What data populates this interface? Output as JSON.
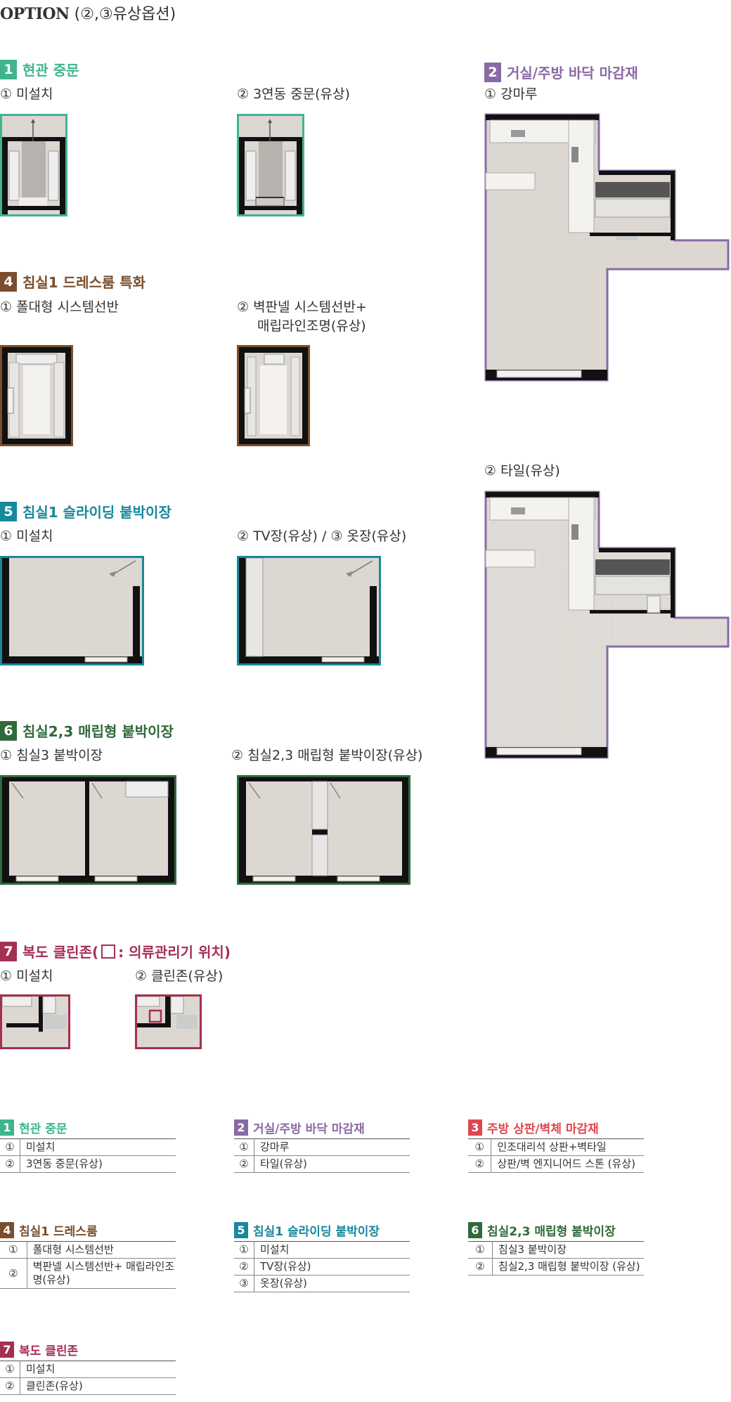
{
  "page_title": {
    "main": "OPTION",
    "sub": "(②,③유상옵션)"
  },
  "colors": {
    "c1": "#3fb58f",
    "c2": "#8a6aa5",
    "c3": "#e0464f",
    "c4": "#7a4e2d",
    "c5": "#18899b",
    "c6": "#2f6a3a",
    "c7": "#a52f52"
  },
  "s1": {
    "num": "1",
    "title": "현관 중문",
    "opt1": "① 미설치",
    "opt2": "② 3연동 중문(유상)"
  },
  "s2": {
    "num": "2",
    "title": "거실/주방 바닥 마감재",
    "opt1": "① 강마루",
    "opt2": "② 타일(유상)"
  },
  "s4": {
    "num": "4",
    "title": "침실1 드레스룸 특화",
    "opt1": "① 폴대형 시스템선반",
    "opt2a": "② 벽판넬 시스템선반+",
    "opt2b": "매립라인조명(유상)"
  },
  "s5": {
    "num": "5",
    "title": "침실1 슬라이딩 붙박이장",
    "opt1": "① 미설치",
    "opt2": "② TV장(유상) / ③ 옷장(유상)"
  },
  "s6": {
    "num": "6",
    "title": "침실2,3 매립형 붙박이장",
    "opt1": "① 침실3 붙박이장",
    "opt2": "② 침실2,3 매립형 붙박이장(유상)"
  },
  "s7": {
    "num": "7",
    "title_a": "복도 클린존(",
    "title_b": ": 의류관리기 위치)",
    "opt1": "① 미설치",
    "opt2": "② 클린존(유상)"
  },
  "summary": [
    {
      "num": "1",
      "title": "현관 중문",
      "color": "#3fb58f",
      "rows": [
        [
          "①",
          "미설치"
        ],
        [
          "②",
          "3연동 중문(유상)"
        ]
      ]
    },
    {
      "num": "2",
      "title": "거실/주방 바닥 마감재",
      "color": "#8a6aa5",
      "rows": [
        [
          "①",
          "강마루"
        ],
        [
          "②",
          "타일(유상)"
        ]
      ]
    },
    {
      "num": "3",
      "title": "주방 상판/벽체 마감재",
      "color": "#e0464f",
      "rows": [
        [
          "①",
          "인조대리석 상판+벽타일"
        ],
        [
          "②",
          "상판/벽 엔지니어드 스톤 (유상)"
        ]
      ]
    },
    {
      "num": "4",
      "title": "침실1 드레스룸",
      "color": "#7a4e2d",
      "rows": [
        [
          "①",
          "폴대형 시스템선반"
        ],
        [
          "②",
          "벽판넬 시스템선반+ 매립라인조명(유상)"
        ]
      ]
    },
    {
      "num": "5",
      "title": "침실1 슬라이딩 붙박이장",
      "color": "#18899b",
      "rows": [
        [
          "①",
          "미설치"
        ],
        [
          "②",
          "TV장(유상)"
        ],
        [
          "③",
          "옷장(유상)"
        ]
      ]
    },
    {
      "num": "6",
      "title": "침실2,3 매립형 붙박이장",
      "color": "#2f6a3a",
      "rows": [
        [
          "①",
          "침실3 붙박이장"
        ],
        [
          "②",
          "침실2,3 매립형 붙박이장 (유상)"
        ]
      ]
    },
    {
      "num": "7",
      "title": "복도 클린존",
      "color": "#a52f52",
      "rows": [
        [
          "①",
          "미설치"
        ],
        [
          "②",
          "클린존(유상)"
        ]
      ]
    }
  ]
}
